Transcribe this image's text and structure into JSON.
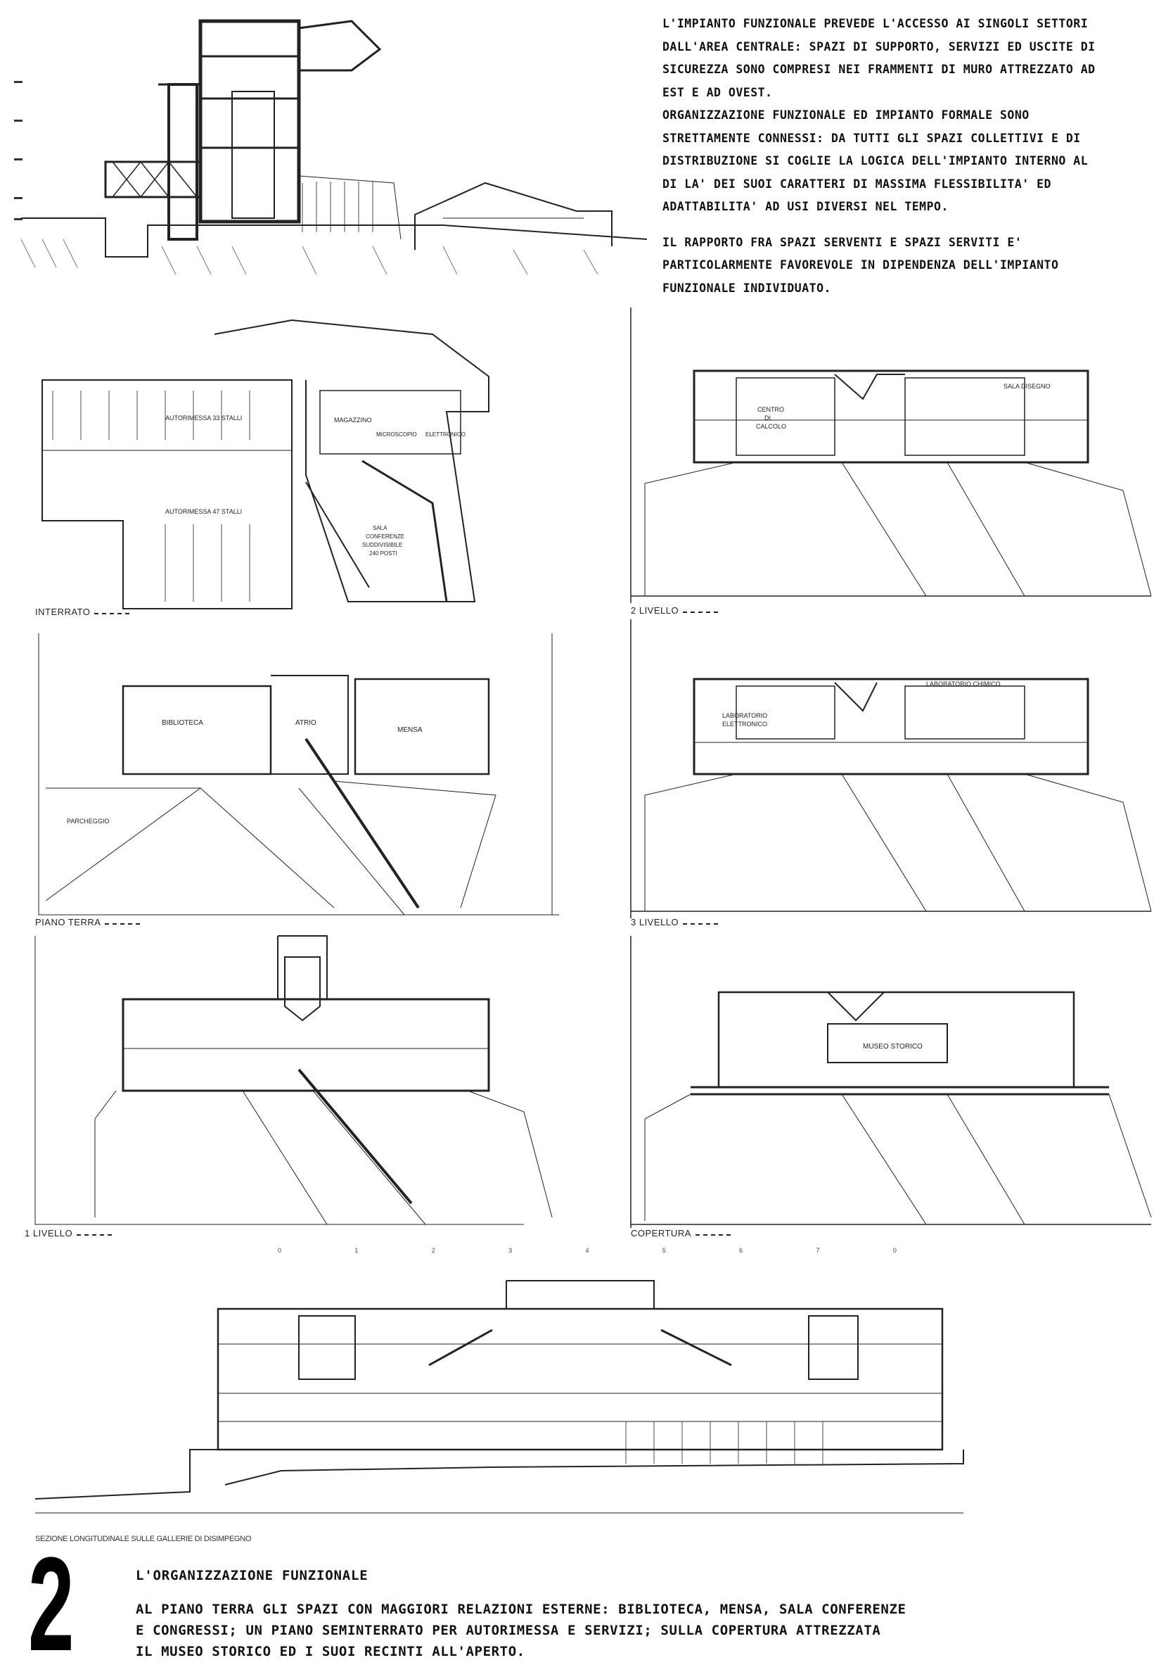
{
  "intro_text": {
    "paragraph_1": [
      "L'IMPIANTO FUNZIONALE PREVEDE L'ACCESSO AI SINGOLI SETTORI",
      "DALL'AREA CENTRALE: SPAZI DI SUPPORTO, SERVIZI ED USCITE DI",
      "SICUREZZA SONO COMPRESI NEI FRAMMENTI DI MURO ATTREZZATO AD",
      "EST E AD OVEST."
    ],
    "paragraph_2": [
      "ORGANIZZAZIONE FUNZIONALE ED IMPIANTO FORMALE SONO",
      "STRETTAMENTE CONNESSI: DA TUTTI GLI SPAZI COLLETTIVI E DI",
      "DISTRIBUZIONE SI COGLIE LA LOGICA DELL'IMPIANTO INTERNO AL",
      "DI LA' DEI SUOI CARATTERI DI MASSIMA FLESSIBILITA' ED",
      "ADATTABILITA' AD USI DIVERSI NEL TEMPO."
    ],
    "paragraph_3": [
      "IL RAPPORTO FRA SPAZI SERVENTI E SPAZI SERVITI E'",
      "PARTICOLARMENTE FAVOREVOLE IN DIPENDENZA DELL'IMPIANTO",
      "FUNZIONALE INDIVIDUATO."
    ]
  },
  "plans": {
    "interrato": {
      "label": "INTERRATO",
      "rooms": [
        "AUTORIMESSA 33 STALLI",
        "AUTORIMESSA 47 STALLI",
        "MAGAZZINO",
        "MICROSCOPIO",
        "ELETTRONICO",
        "SALA",
        "CONFERENZE",
        "SUDDIVISIBILE",
        "240 POSTI"
      ]
    },
    "livello_2": {
      "label": "2 LIVELLO",
      "rooms": [
        "CENTRO",
        "DI",
        "CALCOLO",
        "SALA DISEGNO"
      ]
    },
    "piano_terra": {
      "label": "PIANO TERRA",
      "rooms": [
        "BIBLIOTECA",
        "ATRIO",
        "MENSA",
        "PARCHEGGIO"
      ]
    },
    "livello_3": {
      "label": "3 LIVELLO",
      "rooms": [
        "LABORATORIO",
        "ELETTRONICO",
        "LABORATORIO CHIMICO"
      ]
    },
    "livello_1": {
      "label": "1 LIVELLO",
      "rooms": []
    },
    "copertura": {
      "label": "COPERTURA",
      "rooms": [
        "MUSEO STORICO"
      ]
    }
  },
  "section_scale_ticks": [
    "0",
    "1",
    "2",
    "3",
    "4",
    "5",
    "6",
    "7",
    "0"
  ],
  "section_caption": "SEZIONE LONGITUDINALE SULLE GALLERIE DI DISIMPEGNO",
  "footer": {
    "number": "2",
    "title": "L'ORGANIZZAZIONE FUNZIONALE",
    "lines": [
      "AL PIANO TERRA GLI SPAZI CON MAGGIORI RELAZIONI ESTERNE: BIBLIOTECA, MENSA, SALA CONFERENZE",
      "E CONGRESSI; UN PIANO SEMINTERRATO PER AUTORIMESSA E SERVIZI; SULLA COPERTURA ATTREZZATA",
      "IL MUSEO STORICO ED I SUOI RECINTI ALL'APERTO."
    ]
  }
}
